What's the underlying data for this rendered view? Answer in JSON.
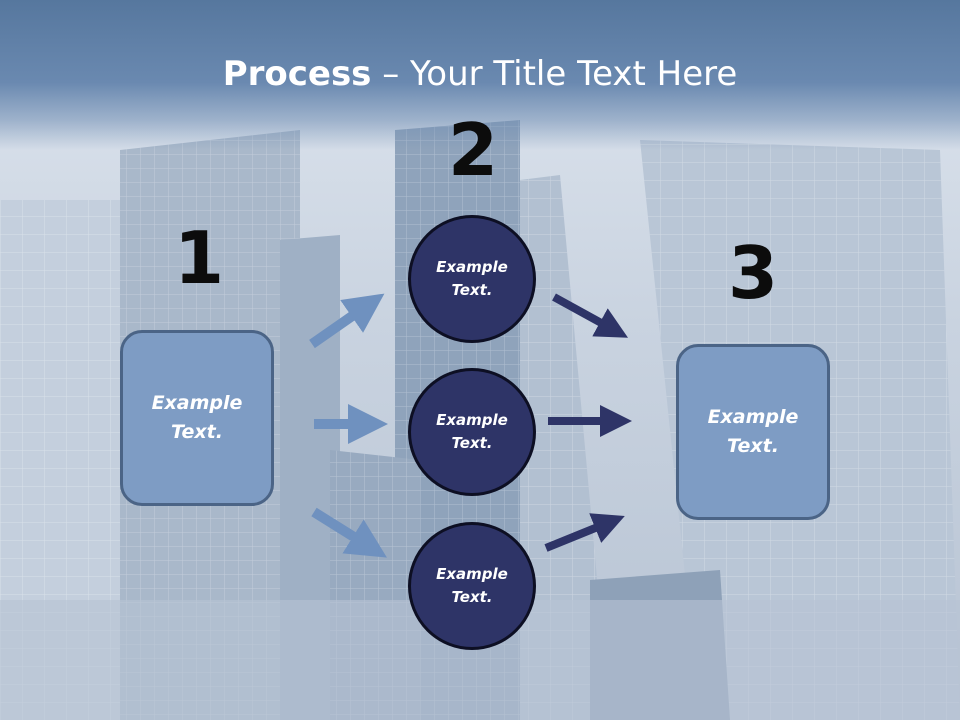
{
  "title": {
    "bold": "Process",
    "rest": " – Your Title Text Here"
  },
  "steps": {
    "n1": "1",
    "n2": "2",
    "n3": "3"
  },
  "nodes": {
    "left_box": "Example Text.",
    "circle_top": "Example Text.",
    "circle_mid": "Example Text.",
    "circle_bottom": "Example Text.",
    "right_box": "Example Text."
  },
  "colors": {
    "header": "#6a89b0",
    "box_fill": "#7e9cc4",
    "circle_fill": "#2e3467",
    "arrow_light": "#6f91bf",
    "arrow_dark": "#2e3467"
  }
}
